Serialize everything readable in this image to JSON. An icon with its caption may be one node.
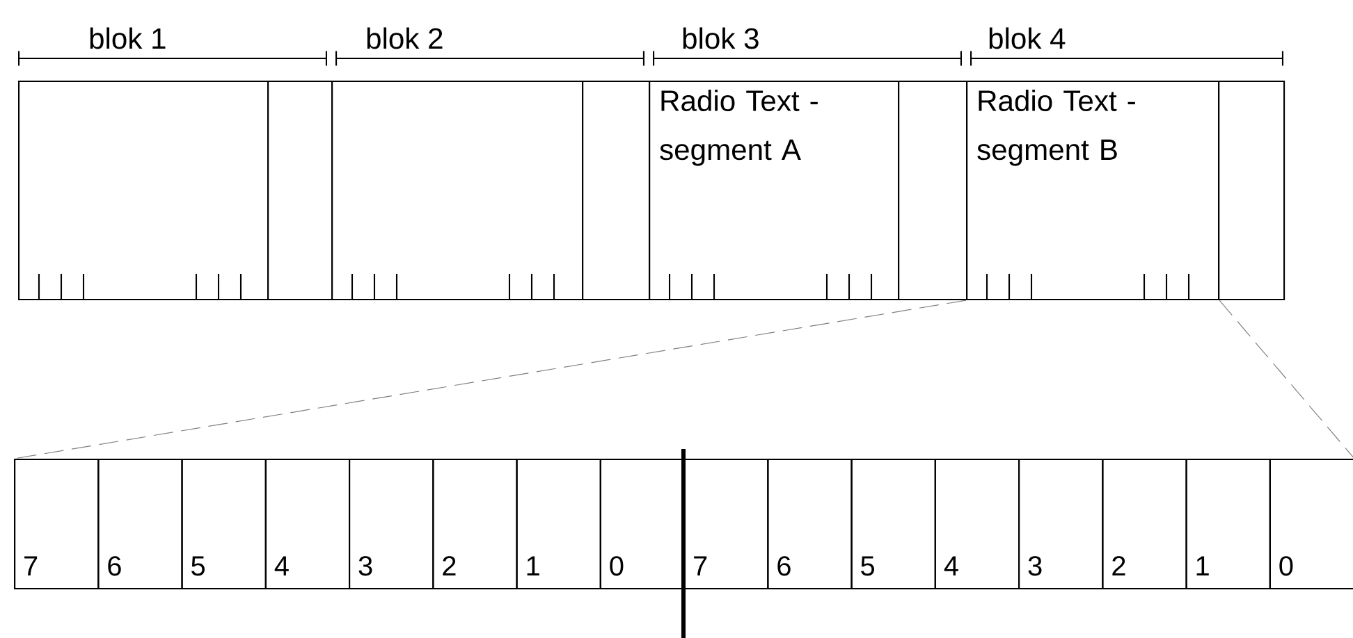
{
  "diagram": {
    "nodes": [
      {
        "text": [],
        "shape": "box"
      },
      {
        "text": [],
        "shape": "box"
      },
      {
        "text": [],
        "shape": "box"
      },
      {
        "text": [],
        "shape": "box"
      },
      {
        "text": [
          "Radio Text - segment A"
        ]
      },
      {
        "text": [],
        "shape": "box"
      },
      {
        "text": [
          "Radio Text - segment B"
        ]
      },
      {
        "text": [],
        "shape": "box"
      },
      {
        "text": [],
        "shape": "box"
      },
      {
        "text": [
          "7"
        ],
        "in": 8
      },
      {
        "text": [
          "6"
        ],
        "in": 8
      },
      {
        "text": [
          "5"
        ],
        "in": 8
      },
      {
        "text": [
          "4"
        ],
        "in": 8
      },
      {
        "text": [
          "3"
        ],
        "in": 8
      },
      {
        "text": [
          "2"
        ],
        "in": 8
      },
      {
        "text": [
          "1"
        ],
        "in": 8
      },
      {
        "text": [
          "0"
        ],
        "in": 8
      },
      {
        "text": [
          "7"
        ],
        "in": 8
      },
      {
        "text": [
          "6"
        ],
        "in": 8
      },
      {
        "text": [
          "5"
        ],
        "in": 8
      },
      {
        "text": [
          "4"
        ],
        "in": 8
      },
      {
        "text": [
          "3"
        ],
        "in": 8
      },
      {
        "text": [
          "2"
        ],
        "in": 8
      },
      {
        "text": [
          "1"
        ],
        "in": 8
      },
      {
        "text": [
          "0"
        ],
        "in": 8
      }
    ],
    "edges": [
      {
        "from": 6,
        "to": 8,
        "arrow": "none",
        "style": "dashed"
      },
      {
        "from": 6,
        "to": 8,
        "arrow": "none",
        "style": "dashed"
      }
    ],
    "labels": [
      "blok 1",
      "blok 2",
      "blok 3",
      "blok 4"
    ]
  }
}
